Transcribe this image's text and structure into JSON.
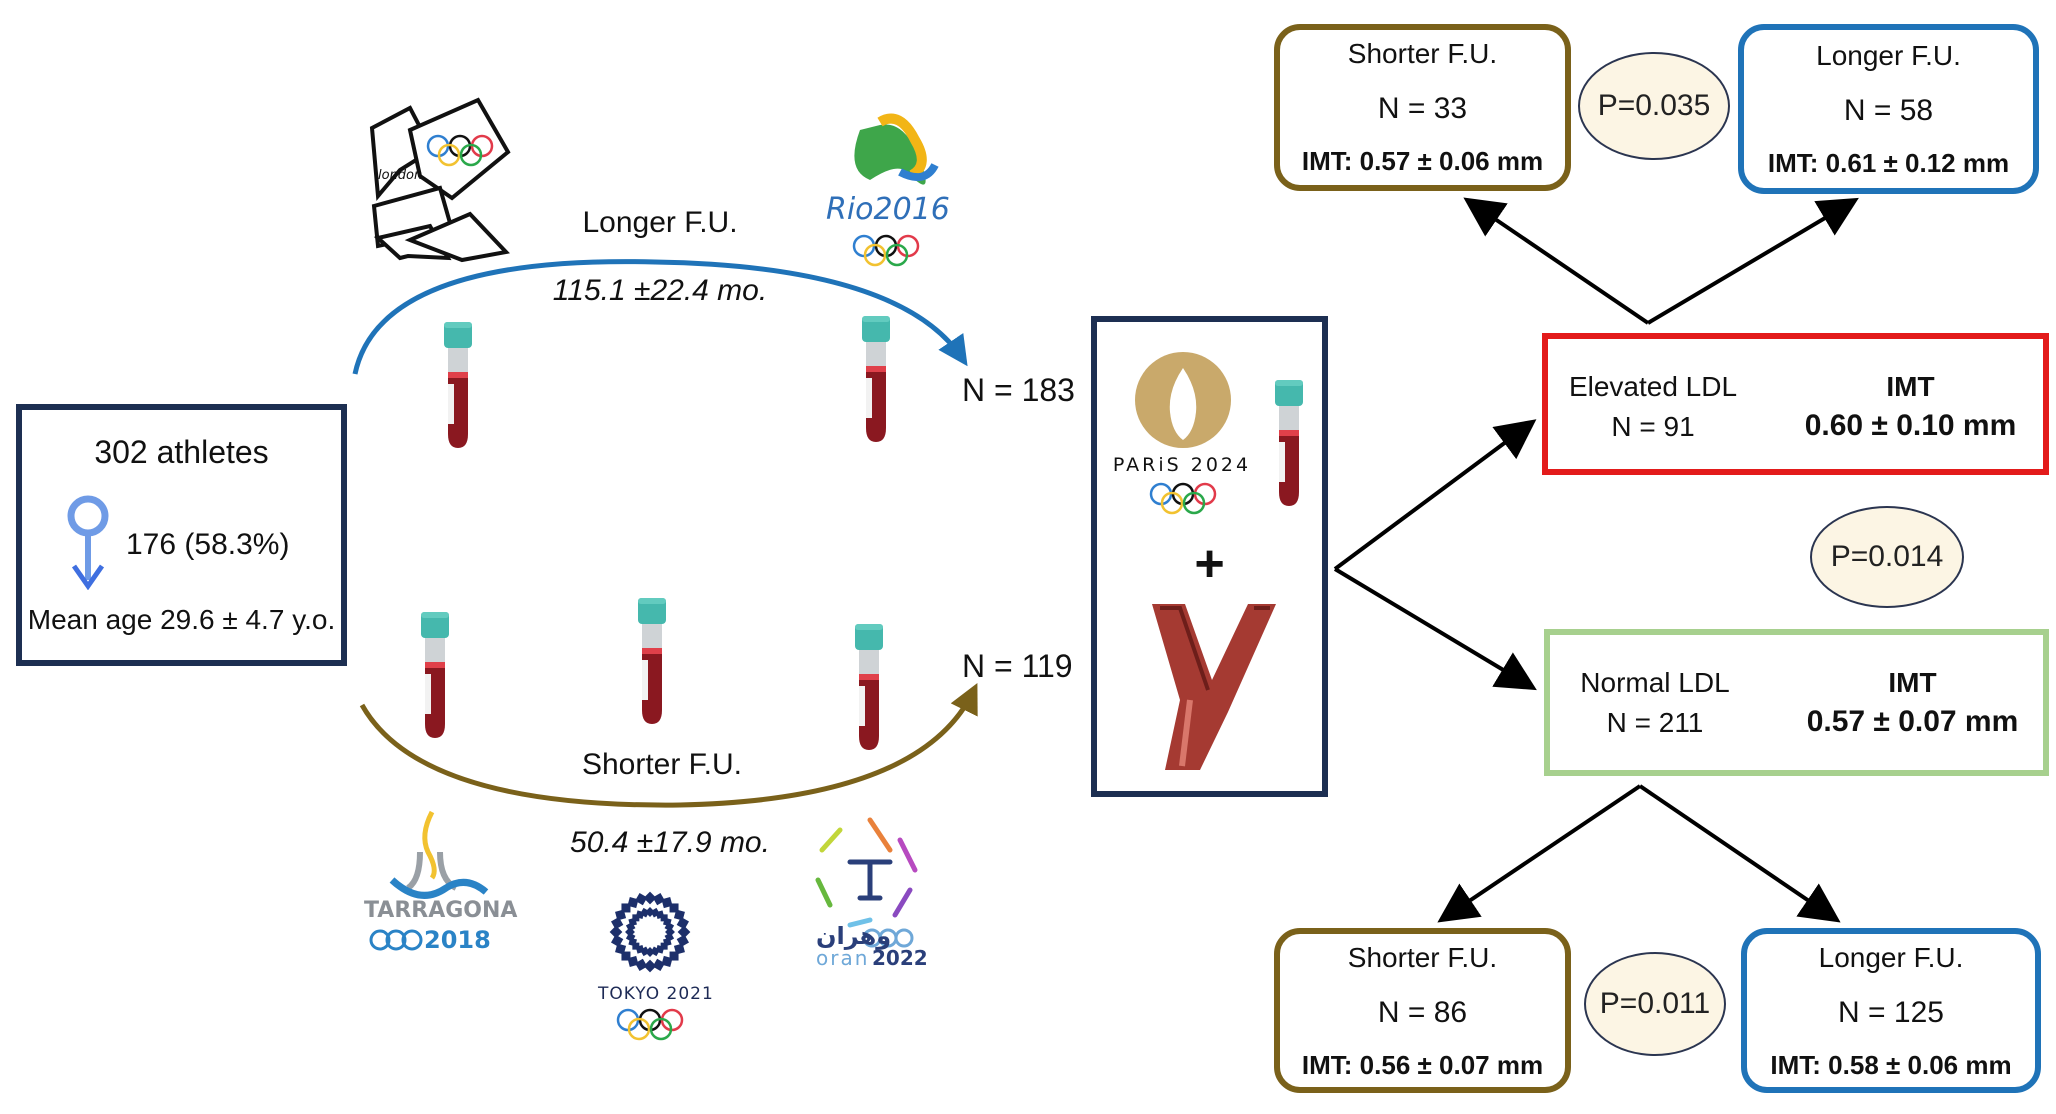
{
  "cohort": {
    "title": "302 athletes",
    "female_icon": "female-symbol-icon",
    "female_count": "176 (58.3%)",
    "mean_age": "Mean age 29.6 ± 4.7 y.o."
  },
  "longer_path": {
    "label": "Longer F.U.",
    "duration": "115.1 ±22.4 mo.",
    "n": "N = 183",
    "color": "#1f73b8",
    "games": [
      "london 2012",
      "Rio2016"
    ]
  },
  "shorter_path": {
    "label": "Shorter F.U.",
    "duration": "50.4 ±17.9 mo.",
    "n": "N = 119",
    "color": "#7a611a",
    "games": [
      "TARRAGONA 2018",
      "TOKYO 2021",
      "oran 2022"
    ]
  },
  "logos": {
    "london": "london",
    "rio": "Rio2016",
    "tarragona_name": "TARRAGONA",
    "tarragona_year": "2018",
    "tokyo": "TOKYO 2021",
    "oran_arabic": "وهران",
    "oran_latin": "oran",
    "oran_year": "2022",
    "paris": "PARiS 2024"
  },
  "center": {
    "plus": "+",
    "blood_tube_icon": "blood-tube-icon",
    "artery_icon": "carotid-artery-icon"
  },
  "elevated_ldl": {
    "label": "Elevated LDL",
    "n": "N = 91",
    "imt_label": "IMT",
    "imt_value": "0.60 ± 0.10 mm",
    "color": "#e31b1b",
    "p_value": "P=0.035",
    "shorter": {
      "label": "Shorter F.U.",
      "n": "N = 33",
      "imt": "IMT: 0.57 ± 0.06 mm"
    },
    "longer": {
      "label": "Longer F.U.",
      "n": "N = 58",
      "imt": "IMT: 0.61 ± 0.12 mm"
    }
  },
  "ldl_comparison_p": "P=0.014",
  "normal_ldl": {
    "label": "Normal LDL",
    "n": "N = 211",
    "imt_label": "IMT",
    "imt_value": "0.57 ± 0.07 mm",
    "color": "#a7d08e",
    "p_value": "P=0.011",
    "shorter": {
      "label": "Shorter F.U.",
      "n": "N = 86",
      "imt": "IMT: 0.56 ± 0.07 mm"
    },
    "longer": {
      "label": "Longer F.U.",
      "n": "N = 125",
      "imt": "IMT: 0.58 ± 0.06 mm"
    }
  }
}
